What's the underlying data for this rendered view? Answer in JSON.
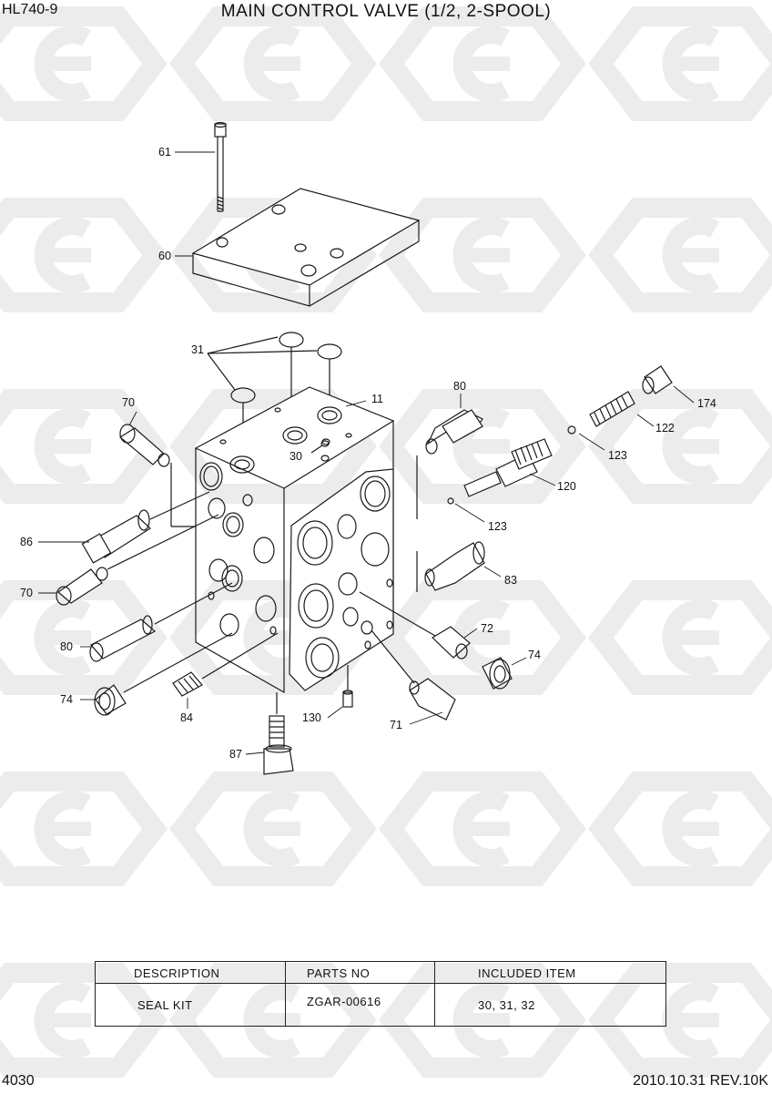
{
  "header": {
    "model": "HL740-9",
    "title": "MAIN CONTROL VALVE (1/2, 2-SPOOL)"
  },
  "footer": {
    "page": "4030",
    "revision": "2010.10.31  REV.10K"
  },
  "callouts": {
    "c61": "61",
    "c60": "60",
    "c31": "31",
    "c11": "11",
    "c30": "30",
    "c70a": "70",
    "c80a": "80",
    "c174": "174",
    "c122": "122",
    "c123a": "123",
    "c120": "120",
    "c123b": "123",
    "c86": "86",
    "c83": "83",
    "c70b": "70",
    "c72": "72",
    "c80b": "80",
    "c74a": "74",
    "c74b": "74",
    "c84": "84",
    "c130": "130",
    "c71": "71",
    "c87": "87"
  },
  "table": {
    "headers": [
      "DESCRIPTION",
      "PARTS NO",
      "INCLUDED ITEM"
    ],
    "row": {
      "description": "SEAL KIT",
      "parts_no": "ZGAR-00616",
      "included": "30, 31, 32"
    }
  },
  "colors": {
    "line": "#1a1a1a",
    "watermark": "#ededed"
  },
  "icons": {
    "watermark": "hyundai-hexagon-logo-icon"
  }
}
